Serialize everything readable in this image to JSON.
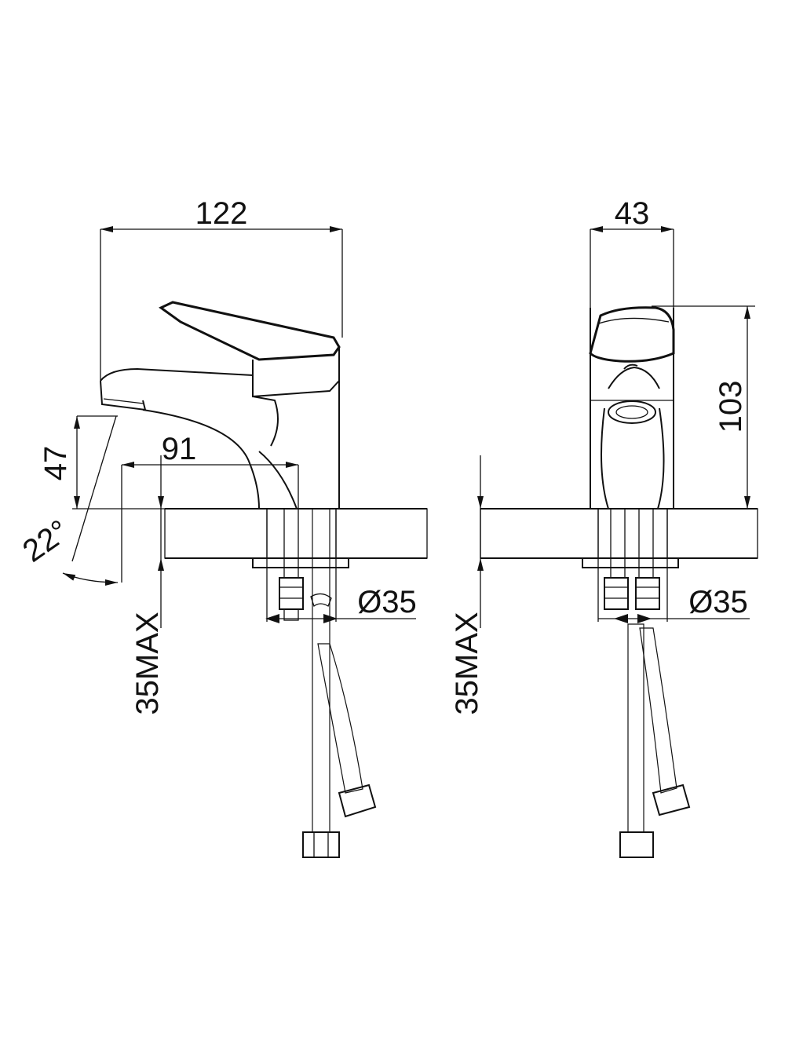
{
  "side_view": {
    "overall_length": "122",
    "spout_reach": "91",
    "spout_height": "47",
    "spout_angle": "22°",
    "deck_thickness_max": "35MAX",
    "hole_diameter": "Ø35"
  },
  "front_view": {
    "body_width": "43",
    "overall_height": "103",
    "deck_thickness_max": "35MAX",
    "hole_diameter": "Ø35"
  },
  "colors": {
    "ink": "#111111",
    "hatch": "#8a8a8a",
    "background": "#ffffff"
  },
  "icons": [
    "arrowhead-marker",
    "deck-hatch-pattern",
    "braided-hose-pattern"
  ]
}
